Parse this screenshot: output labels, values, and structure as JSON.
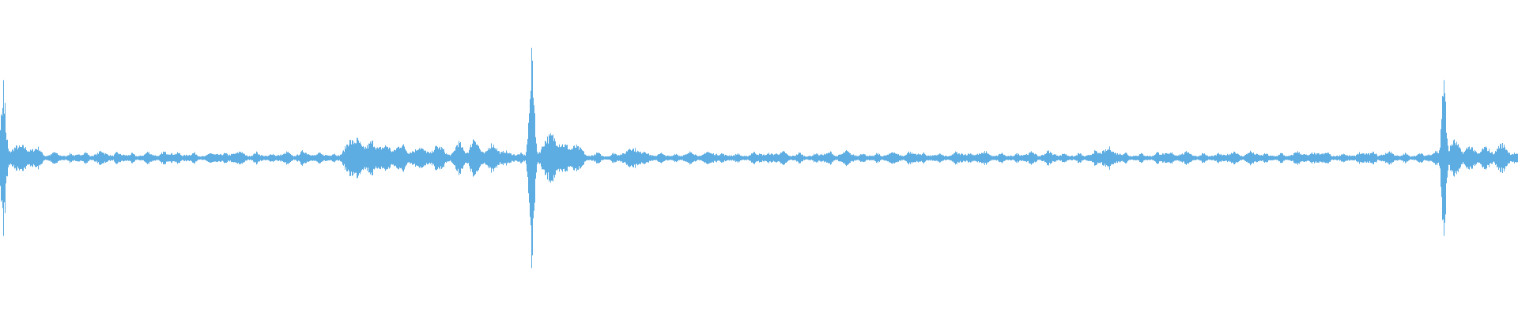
{
  "waveform": {
    "color": "#5DADE2",
    "background": "#ffffff",
    "baseline_amplitude": 0.02,
    "spike_amplitude": 1.0,
    "spike_count": 3
  }
}
